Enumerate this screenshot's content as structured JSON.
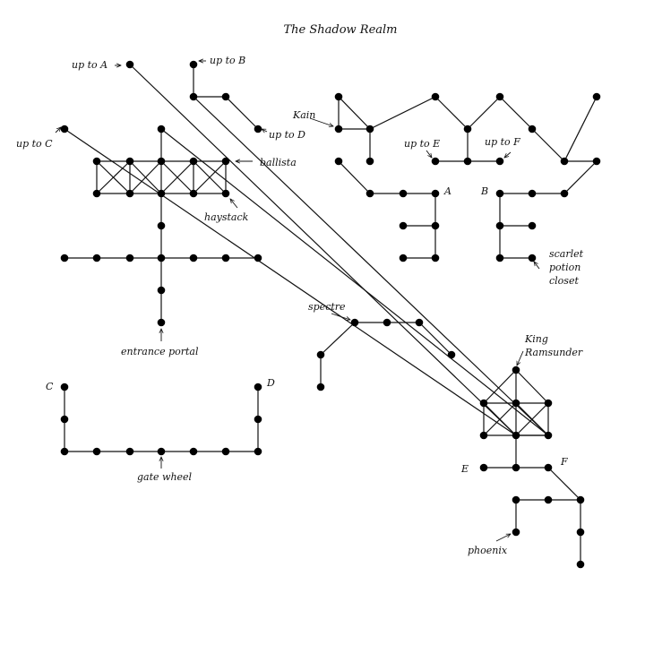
{
  "title": "The Shadow Realm",
  "labels": {
    "up_to_a": "up to A",
    "up_to_b": "up to B",
    "up_to_c": "up to C",
    "up_to_d": "up to D",
    "up_to_e": "up to E",
    "up_to_f": "up to F",
    "kain": "Kain",
    "ballista": "ballista",
    "haystack": "haystack",
    "a": "A",
    "b": "B",
    "scarlet_potion_closet": [
      "scarlet",
      "potion",
      "closet"
    ],
    "entrance_portal": "entrance portal",
    "spectre": "spectre",
    "king_ramsunder": [
      "King",
      "Ramsunder"
    ],
    "c": "C",
    "d": "D",
    "gate_wheel": "gate wheel",
    "e": "E",
    "f": "F",
    "phoenix": "phoenix"
  },
  "colors": {
    "ink": "#111111",
    "node": "#000000",
    "background": "#ffffff"
  }
}
